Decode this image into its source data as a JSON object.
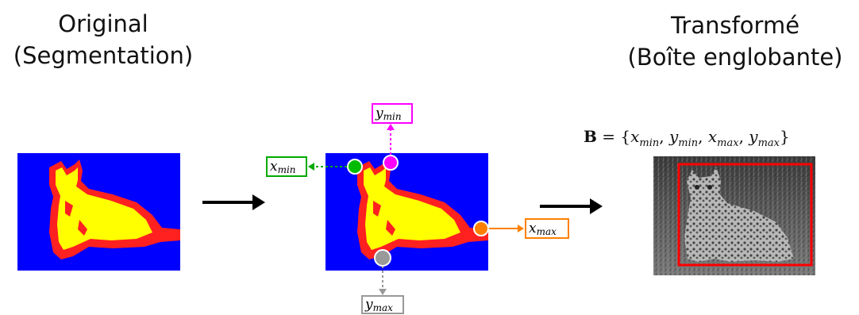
{
  "titles": {
    "left_line1": "Original",
    "left_line2": "(Segmentation)",
    "right_line1": "Transformé",
    "right_line2": "(Boîte englobante)"
  },
  "formula": {
    "symbol": "B",
    "terms": [
      "x",
      "y",
      "x",
      "y"
    ],
    "subs": [
      "min",
      "min",
      "max",
      "max"
    ]
  },
  "labels": {
    "x_min": {
      "base": "x",
      "sub": "min"
    },
    "y_min": {
      "base": "y",
      "sub": "min"
    },
    "x_max": {
      "base": "x",
      "sub": "max"
    },
    "y_max": {
      "base": "y",
      "sub": "max"
    }
  },
  "colors": {
    "background_mask": "#0000ff",
    "body": "#ffff00",
    "outline": "#ff0000",
    "x_min": "#00aa00",
    "y_min": "#ff00ff",
    "x_max": "#ff8000",
    "y_max": "#999999",
    "bbox": "#ff0000"
  }
}
